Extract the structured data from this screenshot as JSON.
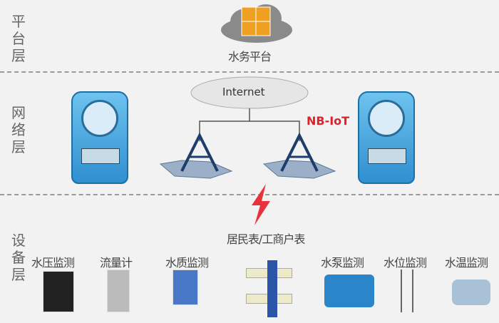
{
  "layers": {
    "platform": "平台层",
    "network": "网络层",
    "device": "设备层"
  },
  "cloud_label": "水务平台",
  "internet_label": "Internet",
  "nbiot_label": "NB-IoT",
  "meters_label": "居民表/工商户表",
  "devices": [
    {
      "label": "水压监测",
      "icon": "pressure-gauge"
    },
    {
      "label": "流量计",
      "icon": "flow-meter"
    },
    {
      "label": "水质监测",
      "icon": "water-quality-sensor"
    },
    {
      "label": "水泵监测",
      "icon": "water-pump"
    },
    {
      "label": "水位监测",
      "icon": "level-sensor"
    },
    {
      "label": "水温监测",
      "icon": "temperature-sensor"
    }
  ],
  "colors": {
    "nbiot": "#e0202a",
    "lightning": "#e8323c",
    "meter": "#3a9ee0",
    "cloud": "#8a8a8a",
    "server": "#f0a020"
  }
}
